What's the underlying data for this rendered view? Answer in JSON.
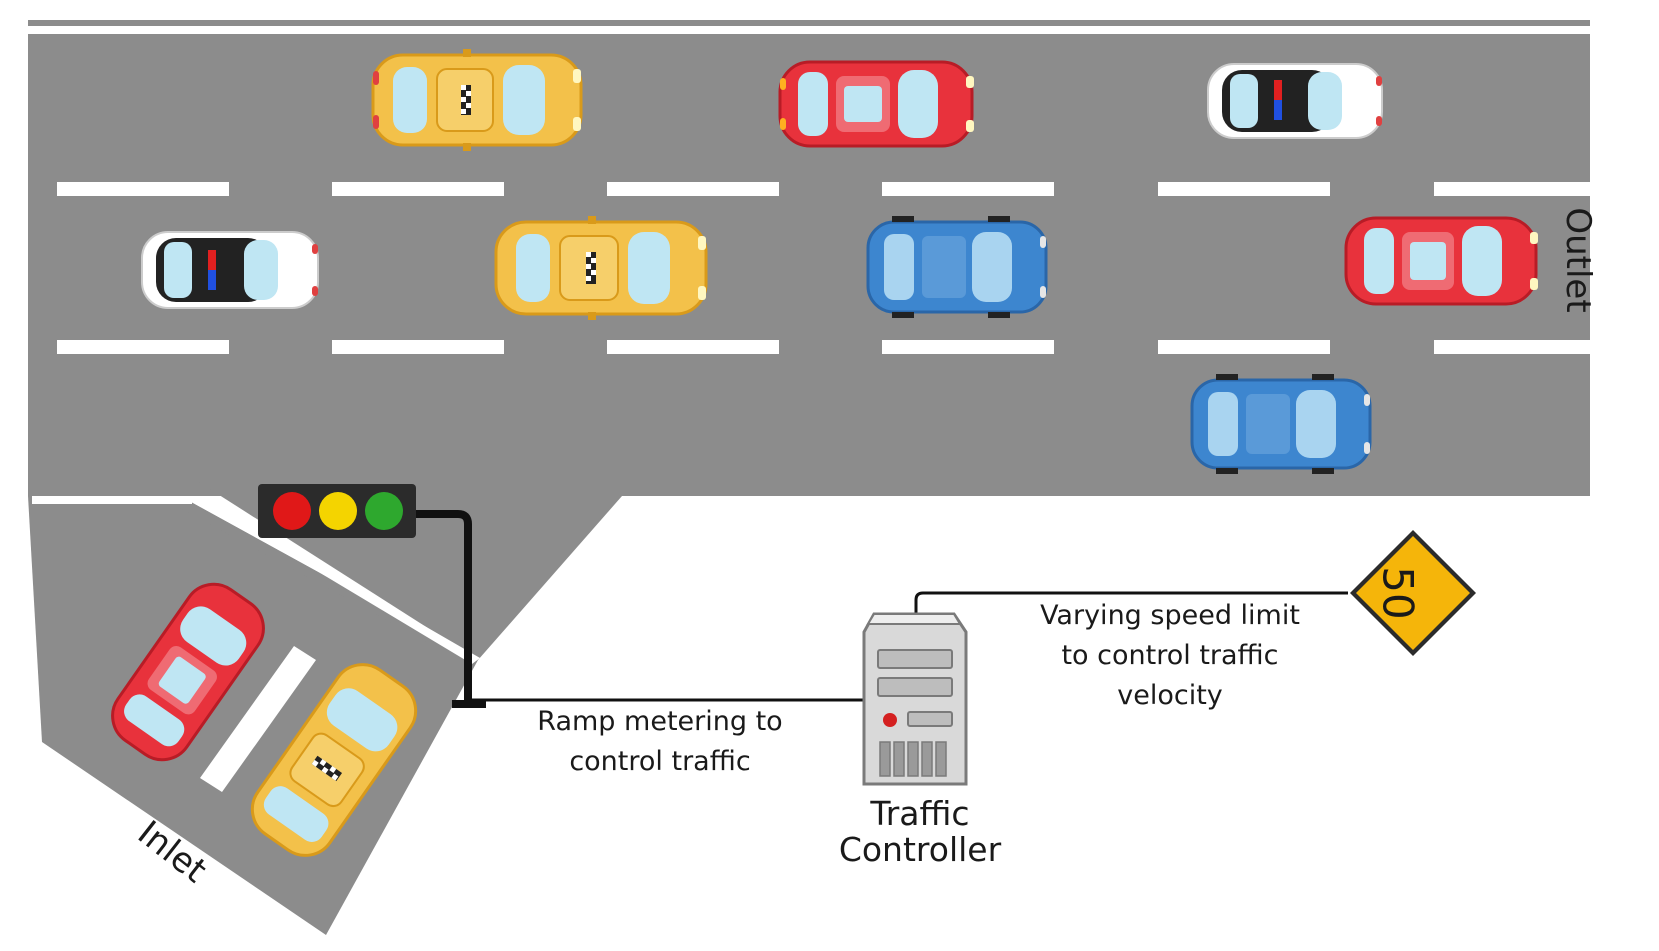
{
  "labels": {
    "outlet": "Outlet",
    "inlet": "Inlet",
    "ramp_metering": [
      "Ramp metering to",
      "control traffic"
    ],
    "speed_limit": [
      "Varying speed limit",
      "to control traffic",
      "velocity"
    ],
    "controller": [
      "Traffic",
      "Controller"
    ],
    "speed_sign_value": "50"
  },
  "traffic_light": {
    "lamps": [
      "red",
      "yellow",
      "green"
    ]
  },
  "colors": {
    "road": "#8c8c8c",
    "lane_marking": "#ffffff",
    "sign": "#f5b50a",
    "red_car": "#e8323c",
    "taxi": "#f3c14a",
    "blue_car": "#3d86cf",
    "police_car": "#222222"
  },
  "vehicles": {
    "highway": [
      {
        "type": "taxi",
        "lane": 1,
        "order": 1
      },
      {
        "type": "red-car",
        "lane": 1,
        "order": 2
      },
      {
        "type": "police-car",
        "lane": 1,
        "order": 3
      },
      {
        "type": "police-car",
        "lane": 2,
        "order": 1
      },
      {
        "type": "taxi",
        "lane": 2,
        "order": 2
      },
      {
        "type": "blue-car",
        "lane": 2,
        "order": 3
      },
      {
        "type": "red-car",
        "lane": 2,
        "order": 4
      },
      {
        "type": "blue-car",
        "lane": 3,
        "order": 1
      }
    ],
    "ramp": [
      {
        "type": "red-car",
        "lane": 1
      },
      {
        "type": "taxi",
        "lane": 2
      }
    ]
  }
}
